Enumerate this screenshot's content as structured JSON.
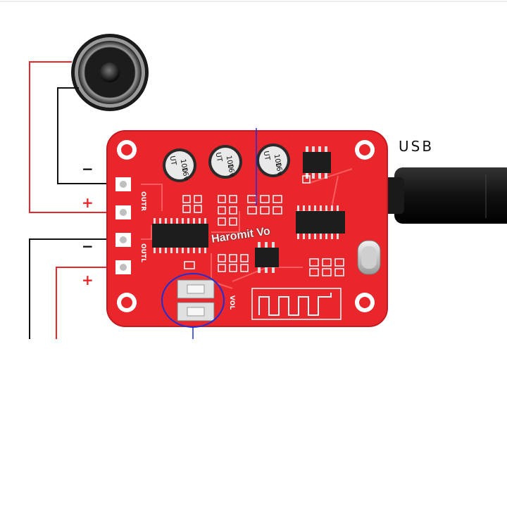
{
  "labels": {
    "usb": "USB",
    "right_minus": "−",
    "right_plus": "+",
    "left_minus": "−",
    "left_plus": "+",
    "outr": "OUTR",
    "outl": "OUTL",
    "vol": "VOL",
    "watermark": "Haromit Vo"
  },
  "capacitors": [
    {
      "value": "100",
      "voltage": "16v",
      "brand": "UT"
    },
    {
      "value": "100",
      "voltage": "16v",
      "brand": "UT"
    },
    {
      "value": "100",
      "voltage": "16v",
      "brand": "UT"
    }
  ],
  "colors": {
    "pcb": "#e8262b",
    "wire_red": "#e8262b",
    "wire_black": "#111111",
    "highlight": "#1c2fd6"
  }
}
